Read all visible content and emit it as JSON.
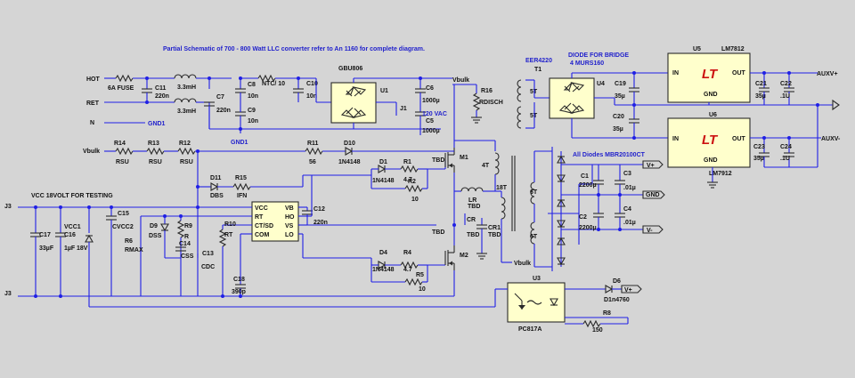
{
  "title": "Partial Schematic of 700 - 800 Watt LLC converter refer to An 1160 for complete diagram.",
  "notes": {
    "vcc_testing": "VCC 18VOLT FOR TESTING",
    "diode_bridge": "DIODE FOR BRIDGE",
    "bridge_part": "4 MURS160",
    "all_diodes": "All Diodes MBR20100CT",
    "vac": "120 VAC",
    "transformer": "EER4220"
  },
  "nets": {
    "hot": "HOT",
    "ret": "RET",
    "n": "N",
    "gnd1_top": "GND1",
    "gnd1_bottom": "GND1",
    "vbulk_left": "Vbulk",
    "vbulk_top": "Vbulk",
    "vbulk_bottom": "Vbulk",
    "j3_top": "J3",
    "j3_bottom": "J3",
    "auxv_plus": "AUXV+",
    "auxv_minus": "AUXV-",
    "vplus_1": "V+",
    "vplus_2": "V+",
    "gnd": "GND",
    "vminus": "V-"
  },
  "parts": {
    "fuse": {
      "name": "6A FUSE"
    },
    "c11": {
      "name": "C11",
      "value": "220n"
    },
    "l_top": {
      "value": "3.3mH"
    },
    "l_bot": {
      "value": "3.3mH"
    },
    "c7": {
      "name": "C7",
      "value": "220n"
    },
    "c8": {
      "name": "C8",
      "value": "10n"
    },
    "c9": {
      "name": "C9",
      "value": "10n"
    },
    "ntc": {
      "value": "NTC/ 10"
    },
    "c10": {
      "name": "C10",
      "value": "10n"
    },
    "u1": {
      "name": "U1",
      "value": "GBU806"
    },
    "j1": {
      "name": "J1"
    },
    "c6": {
      "name": "C6",
      "value": "1000µ"
    },
    "c5": {
      "name": "C5",
      "value": "1000µ"
    },
    "r16": {
      "name": "R16",
      "value": "RDISCH"
    },
    "r14": {
      "name": "R14",
      "value": "RSU"
    },
    "r13": {
      "name": "R13",
      "value": "RSU"
    },
    "r12": {
      "name": "R12",
      "value": "RSU"
    },
    "r11": {
      "name": "R11",
      "value": "56"
    },
    "d10": {
      "name": "D10",
      "value": "1N4148"
    },
    "d1": {
      "name": "D1",
      "value": "1N4148"
    },
    "r1": {
      "name": "R1",
      "value": "4.7"
    },
    "r2": {
      "name": "R2",
      "value": "10"
    },
    "m1": {
      "name": "M1",
      "value": "TBD"
    },
    "m2": {
      "name": "M2",
      "value": "TBD"
    },
    "d4": {
      "name": "D4",
      "value": "1N4148"
    },
    "r4": {
      "name": "R4",
      "value": "4.7"
    },
    "r5": {
      "name": "R5",
      "value": "10"
    },
    "d11": {
      "name": "D11",
      "value": "DBS"
    },
    "r15": {
      "name": "R15",
      "value": "IFN"
    },
    "u2": {
      "pins": [
        "VCC",
        "RT",
        "CT/SD",
        "COM",
        "VB",
        "HO",
        "VS",
        "LO"
      ]
    },
    "c12": {
      "name": "C12",
      "value": "220n"
    },
    "r10": {
      "name": "R10",
      "value": "RT"
    },
    "c13": {
      "name": "C13",
      "value": "CDC"
    },
    "c18": {
      "name": "C18",
      "value": "390p"
    },
    "c15": {
      "name": "C15",
      "value": "CVCC2"
    },
    "d9": {
      "name": "D9",
      "value": "DSS"
    },
    "r9": {
      "name": "R9",
      "value": "R"
    },
    "c14": {
      "name": "C14",
      "value": "CSS"
    },
    "r6": {
      "name": "R6",
      "value": "RMAX"
    },
    "c17": {
      "name": "C17",
      "value": "33µF"
    },
    "c16": {
      "name": "C16",
      "value": "1µF"
    },
    "vcc1": {
      "name": "VCC1",
      "value": "18V"
    },
    "lr": {
      "name": "LR",
      "value": "TBD"
    },
    "cr": {
      "name": "CR",
      "value": "TBD"
    },
    "cr1": {
      "name": "CR1",
      "value": "TBD"
    },
    "t1": {
      "name": "T1",
      "p1": "4T",
      "p2": "18T",
      "s1": "6T",
      "s2": "6T",
      "a1": "5T",
      "a2": "5T"
    },
    "u4": {
      "name": "U4"
    },
    "c19": {
      "name": "C19",
      "value": "35µ"
    },
    "c20": {
      "name": "C20",
      "value": "35µ"
    },
    "u5": {
      "name": "U5",
      "part": "LM7812",
      "in": "IN",
      "out": "OUT",
      "gnd": "GND"
    },
    "u6": {
      "name": "U6",
      "part": "LM7912",
      "in": "IN",
      "out": "OUT",
      "gnd": "GND"
    },
    "c21": {
      "name": "C21",
      "value": "35µ"
    },
    "c22": {
      "name": "C22",
      "value": ".1U"
    },
    "c23": {
      "name": "C23",
      "value": "35µ"
    },
    "c24": {
      "name": "C24",
      "value": ".1U"
    },
    "c1": {
      "name": "C1",
      "value": "2200µ"
    },
    "c3": {
      "name": "C3",
      "value": ".01µ"
    },
    "c2": {
      "name": "C2",
      "value": "2200µ"
    },
    "c4": {
      "name": "C4",
      "value": ".01µ"
    },
    "u3": {
      "name": "U3",
      "value": "PC817A"
    },
    "d6": {
      "name": "D6",
      "value": "D1n4760"
    },
    "r8": {
      "name": "R8",
      "value": "150"
    }
  },
  "lt_logo": "LT"
}
